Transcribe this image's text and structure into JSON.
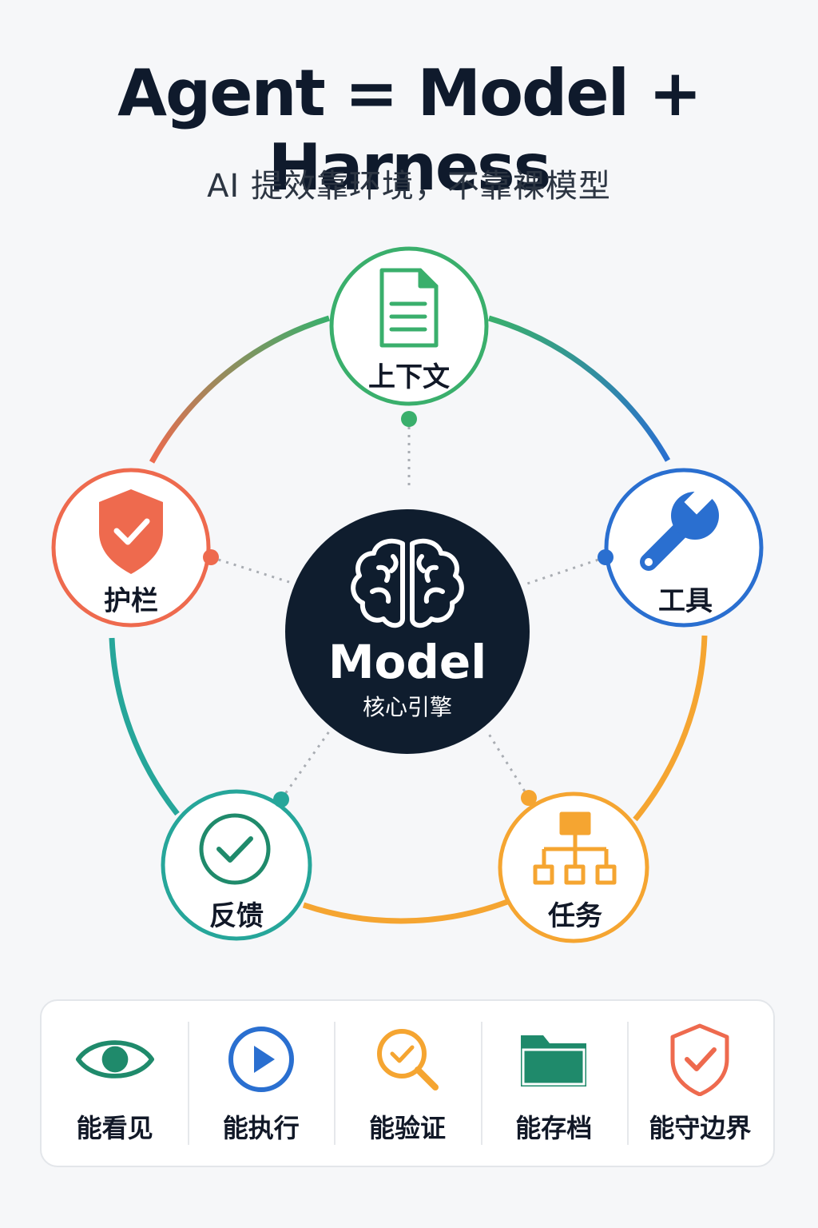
{
  "title": "Agent = Model + Harness",
  "subtitle": "AI 提效靠环境，不靠裸模型",
  "center": {
    "title": "Model",
    "subtitle": "核心引擎",
    "icon": "brain-icon",
    "color": "#0f1d2e"
  },
  "nodes": [
    {
      "label": "上下文",
      "icon": "document-icon",
      "color": "#3aaf6c"
    },
    {
      "label": "工具",
      "icon": "wrench-icon",
      "color": "#2a6fd0"
    },
    {
      "label": "任务",
      "icon": "hierarchy-icon",
      "color": "#f5a531"
    },
    {
      "label": "反馈",
      "icon": "check-circle-icon",
      "color": "#26a69a"
    },
    {
      "label": "护栏",
      "icon": "shield-check-icon",
      "color": "#ee6a4e"
    }
  ],
  "capabilities": [
    {
      "label": "能看见",
      "icon": "eye-icon",
      "color": "#1f8a6b"
    },
    {
      "label": "能执行",
      "icon": "play-icon",
      "color": "#2a6fd0"
    },
    {
      "label": "能验证",
      "icon": "magnifier-check-icon",
      "color": "#f5a531"
    },
    {
      "label": "能存档",
      "icon": "folder-icon",
      "color": "#1f8a6b"
    },
    {
      "label": "能守边界",
      "icon": "shield-check-icon",
      "color": "#ee6a4e"
    }
  ]
}
